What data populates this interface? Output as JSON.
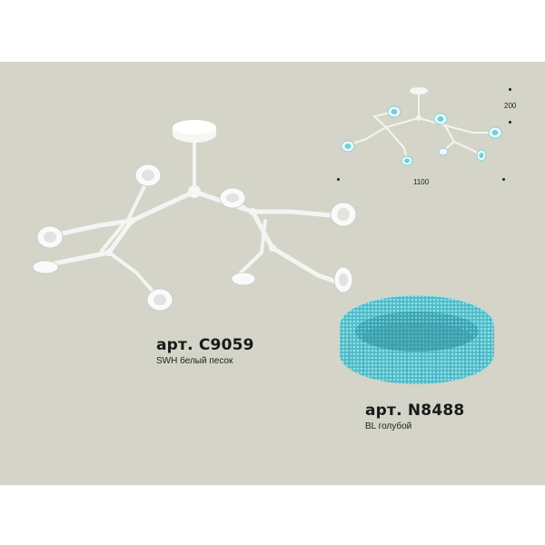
{
  "product_main": {
    "article": "арт. C9059",
    "finish": "SWH белый песок"
  },
  "product_shade": {
    "article": "арт. N8488",
    "finish": "BL голубой"
  },
  "dimensions": {
    "height": "200",
    "width": "1100"
  },
  "colors": {
    "background": "#d4d4c8",
    "fixture_white": "#f6f6f4",
    "crystal_blue": "#5cc3cf"
  }
}
